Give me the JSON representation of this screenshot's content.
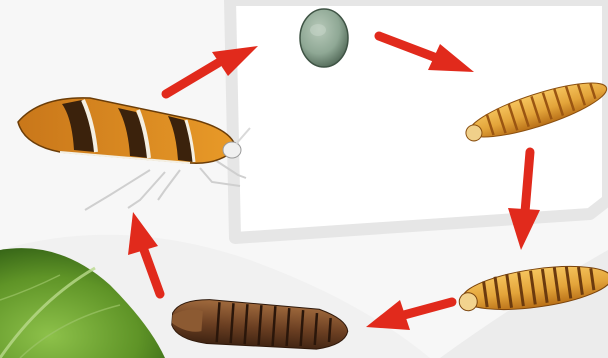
{
  "diagram": {
    "stages": [
      {
        "id": "egg",
        "icon": "egg-icon"
      },
      {
        "id": "larva-early",
        "icon": "larva-icon"
      },
      {
        "id": "larva-late",
        "icon": "larva-icon"
      },
      {
        "id": "pupa",
        "icon": "pupa-icon"
      },
      {
        "id": "adult-moth",
        "icon": "moth-icon"
      }
    ],
    "cycle_order": [
      "egg",
      "larva-early",
      "larva-late",
      "pupa",
      "adult-moth",
      "egg"
    ],
    "colors": {
      "background": "#f7f7f7",
      "frame": "#e9e9e9",
      "arrow": "#e12a1c",
      "leaf": "#6aa02e",
      "egg": "#8fa895",
      "larva": "#e3a43a",
      "pupa": "#6b3f22",
      "moth": "#d98a1c"
    }
  }
}
